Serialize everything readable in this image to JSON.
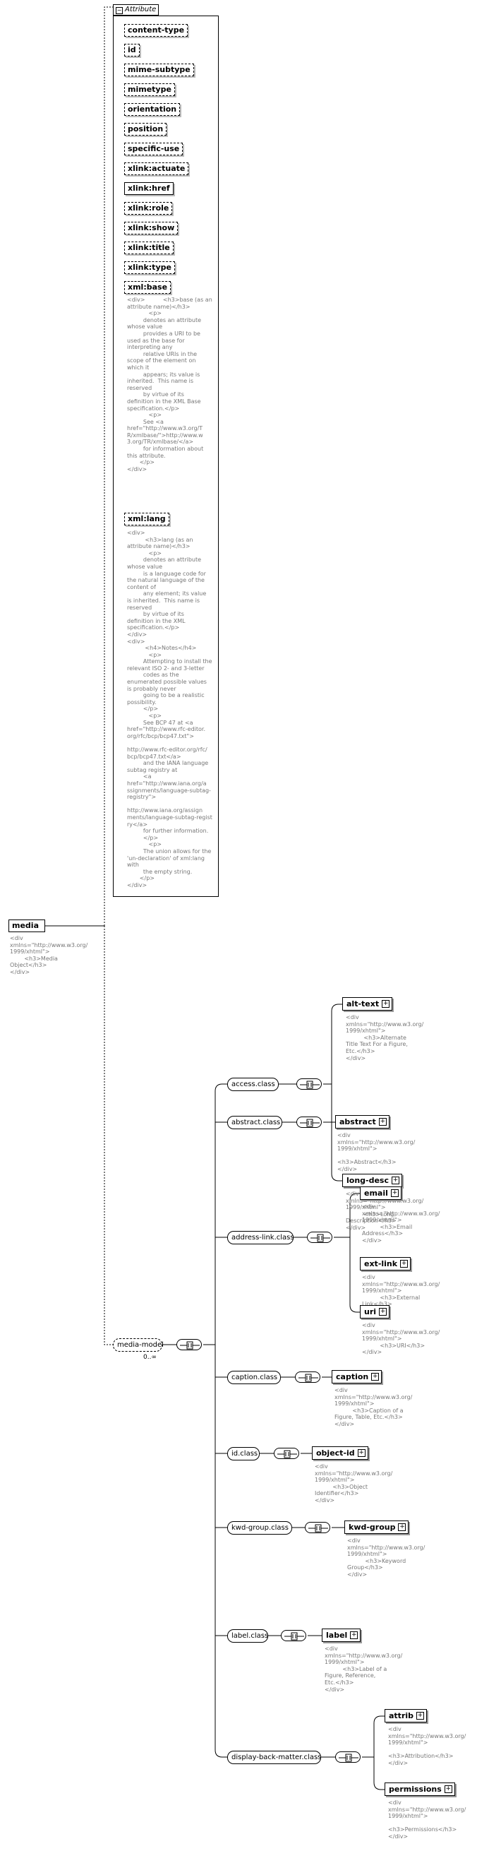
{
  "root": {
    "name": "media",
    "doc": "<div\nxmlns=\"http://www.w3.org/\n1999/xhtml\">\n        <h3>Media\nObject</h3>\n</div>"
  },
  "attributes": {
    "tab_label": "Attribute",
    "items": [
      {
        "name": "content-type"
      },
      {
        "name": "id"
      },
      {
        "name": "mime-subtype"
      },
      {
        "name": "mimetype"
      },
      {
        "name": "orientation"
      },
      {
        "name": "position"
      },
      {
        "name": "specific-use"
      },
      {
        "name": "xlink:actuate"
      },
      {
        "name": "xlink:href"
      },
      {
        "name": "xlink:role"
      },
      {
        "name": "xlink:show"
      },
      {
        "name": "xlink:title"
      },
      {
        "name": "xlink:type"
      },
      {
        "name": "xml:base"
      }
    ],
    "xmlbase_doc": "<div>          <h3>base (as an\nattribute name)</h3>\n            <p>\n         denotes an attribute\nwhose value\n         provides a URI to be\nused as the base for\ninterpreting any\n         relative URIs in the\nscope of the element on\nwhich it\n         appears; its value is\ninherited.  This name is\nreserved\n         by virtue of its\ndefinition in the XML Base\nspecification.</p>\n            <p>\n         See <a\nhref=\"http://www.w3.org/T\nR/xmlbase/\">http://www.w\n3.org/TR/xmlbase/</a>\n         for information about\nthis attribute.\n       </p>\n</div>",
    "xmllang": {
      "name": "xml:lang"
    },
    "xmllang_doc": "<div>\n          <h3>lang (as an\nattribute name)</h3>\n            <p>\n         denotes an attribute\nwhose value\n         is a language code for\nthe natural language of the\ncontent of\n         any element; its value\nis inherited.  This name is\nreserved\n         by virtue of its\ndefinition in the XML\nspecification.</p>\n</div>\n<div>\n          <h4>Notes</h4>\n            <p>\n         Attempting to install the\nrelevant ISO 2- and 3-letter\n         codes as the\nenumerated possible values\nis probably never\n         going to be a realistic\npossibility.\n         </p>\n            <p>\n         See BCP 47 at <a\nhref=\"http://www.rfc-editor.\norg/rfc/bcp/bcp47.txt\">\n\nhttp://www.rfc-editor.org/rfc/\nbcp/bcp47.txt</a>\n         and the IANA language\nsubtag registry at\n         <a\nhref=\"http://www.iana.org/a\nssignments/language-subtag-\nregistry\">\n\nhttp://www.iana.org/assign\nments/language-subtag-regist\nry</a>\n         for further information.\n         </p>\n            <p>\n         The union allows for the\n'un-declaration' of xml:lang\nwith\n         the empty string.\n       </p>\n</div>"
  },
  "model": {
    "name": "media-model",
    "cardinality": "0..∞"
  },
  "groups": [
    {
      "name": "access.class",
      "elements": [
        {
          "name": "alt-text",
          "doc": "<div\nxmlns=\"http://www.w3.org/\n1999/xhtml\">\n          <h3>Alternate\nTitle Text For a Figure,\nEtc.</h3>\n</div>"
        },
        {
          "name": "long-desc",
          "doc": "<div\nxmlns=\"http://www.w3.org/\n1999/xhtml\">\n          <h3>Long\nDescription</h3>\n</div>"
        }
      ]
    },
    {
      "name": "abstract.class",
      "elements": [
        {
          "name": "abstract",
          "doc": "<div\nxmlns=\"http://www.w3.org/\n1999/xhtml\">\n\n<h3>Abstract</h3>\n</div>"
        }
      ]
    },
    {
      "name": "address-link.class",
      "elements": [
        {
          "name": "email",
          "doc": "<div\nxmlns=\"http://www.w3.org/\n1999/xhtml\">\n          <h3>Email\nAddress</h3>\n</div>"
        },
        {
          "name": "ext-link",
          "doc": "<div\nxmlns=\"http://www.w3.org/\n1999/xhtml\">\n          <h3>External\nLink</h3>\n</div>"
        },
        {
          "name": "uri",
          "doc": "<div\nxmlns=\"http://www.w3.org/\n1999/xhtml\">\n          <h3>URI</h3>\n</div>"
        }
      ]
    },
    {
      "name": "caption.class",
      "elements": [
        {
          "name": "caption",
          "doc": "<div\nxmlns=\"http://www.w3.org/\n1999/xhtml\">\n          <h3>Caption of a\nFigure, Table, Etc.</h3>\n</div>"
        }
      ]
    },
    {
      "name": "id.class",
      "elements": [
        {
          "name": "object-id",
          "doc": "<div\nxmlns=\"http://www.w3.org/\n1999/xhtml\">\n          <h3>Object\nIdentifier</h3>\n</div>"
        }
      ]
    },
    {
      "name": "kwd-group.class",
      "elements": [
        {
          "name": "kwd-group",
          "doc": "<div\nxmlns=\"http://www.w3.org/\n1999/xhtml\">\n          <h3>Keyword\nGroup</h3>\n</div>"
        }
      ]
    },
    {
      "name": "label.class",
      "elements": [
        {
          "name": "label",
          "doc": "<div\nxmlns=\"http://www.w3.org/\n1999/xhtml\">\n          <h3>Label of a\nFigure, Reference,\nEtc.</h3>\n</div>"
        }
      ]
    },
    {
      "name": "display-back-matter.class",
      "elements": [
        {
          "name": "attrib",
          "doc": "<div\nxmlns=\"http://www.w3.org/\n1999/xhtml\">\n\n<h3>Attribution</h3>\n</div>"
        },
        {
          "name": "permissions",
          "doc": "<div\nxmlns=\"http://www.w3.org/\n1999/xhtml\">\n\n<h3>Permissions</h3>\n</div>"
        }
      ]
    }
  ]
}
